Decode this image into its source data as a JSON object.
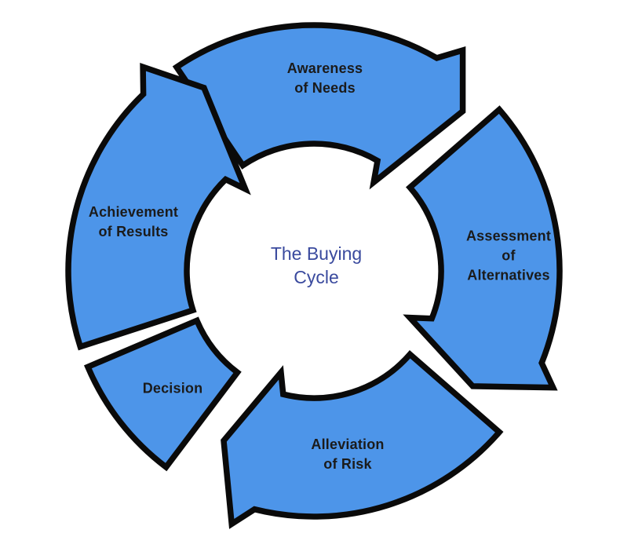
{
  "diagram": {
    "type": "cycle",
    "direction": "clockwise",
    "center_title": "The Buying\nCycle",
    "center_title_flat": "The Buying Cycle",
    "colors": {
      "arrow_fill": "#4d95e9",
      "arrow_outline": "#0a0a0a",
      "label_text": "#1b1b1b",
      "center_text": "#3a4a9e",
      "background": "#ffffff"
    },
    "segments": [
      {
        "id": "awareness",
        "label": "Awareness\nof Needs",
        "label_flat": "Awareness of Needs"
      },
      {
        "id": "assessment",
        "label": "Assessment\nof\nAlternatives",
        "label_flat": "Assessment of Alternatives"
      },
      {
        "id": "alleviation",
        "label": "Alleviation\nof Risk",
        "label_flat": "Alleviation of Risk"
      },
      {
        "id": "decision",
        "label": "Decision",
        "label_flat": "Decision"
      },
      {
        "id": "achievement",
        "label": "Achievement\nof Results",
        "label_flat": "Achievement of Results"
      }
    ],
    "flow_order": [
      "Awareness of Needs",
      "Assessment of Alternatives",
      "Alleviation of Risk",
      "Decision",
      "Achievement of Results"
    ]
  }
}
